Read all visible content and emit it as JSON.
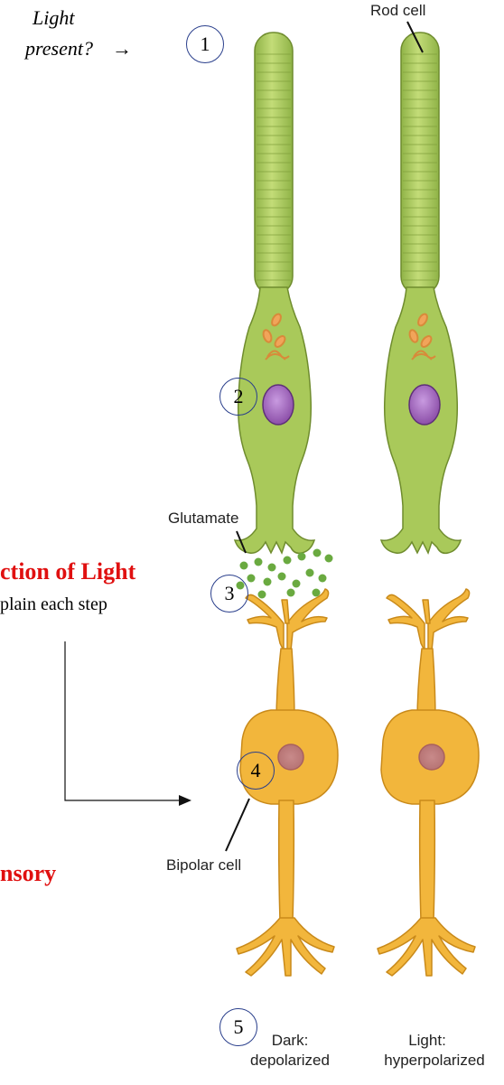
{
  "question": {
    "line1": "Light",
    "line2": "present?",
    "arrow": "→"
  },
  "labels": {
    "rod_cell": "Rod cell",
    "glutamate": "Glutamate",
    "bipolar_cell": "Bipolar cell"
  },
  "cut_text": {
    "heading": "ction of Light",
    "instruction": "plain each step",
    "sensory": "nsory"
  },
  "steps": [
    "1",
    "2",
    "3",
    "4",
    "5"
  ],
  "captions": {
    "dark_line1": "Dark:",
    "dark_line2": "depolarized",
    "light_line1": "Light:",
    "light_line2": "hyperpolarized"
  },
  "colors": {
    "rod_fill": "#a9c95a",
    "rod_stroke": "#6f8c2e",
    "nucleus": "#a06ab8",
    "glutamate": "#6aaa40",
    "bipolar_fill": "#f2b63c",
    "bipolar_stroke": "#c98a1a",
    "heading_red": "#e01010",
    "circle_blue": "#2a3f8c"
  }
}
